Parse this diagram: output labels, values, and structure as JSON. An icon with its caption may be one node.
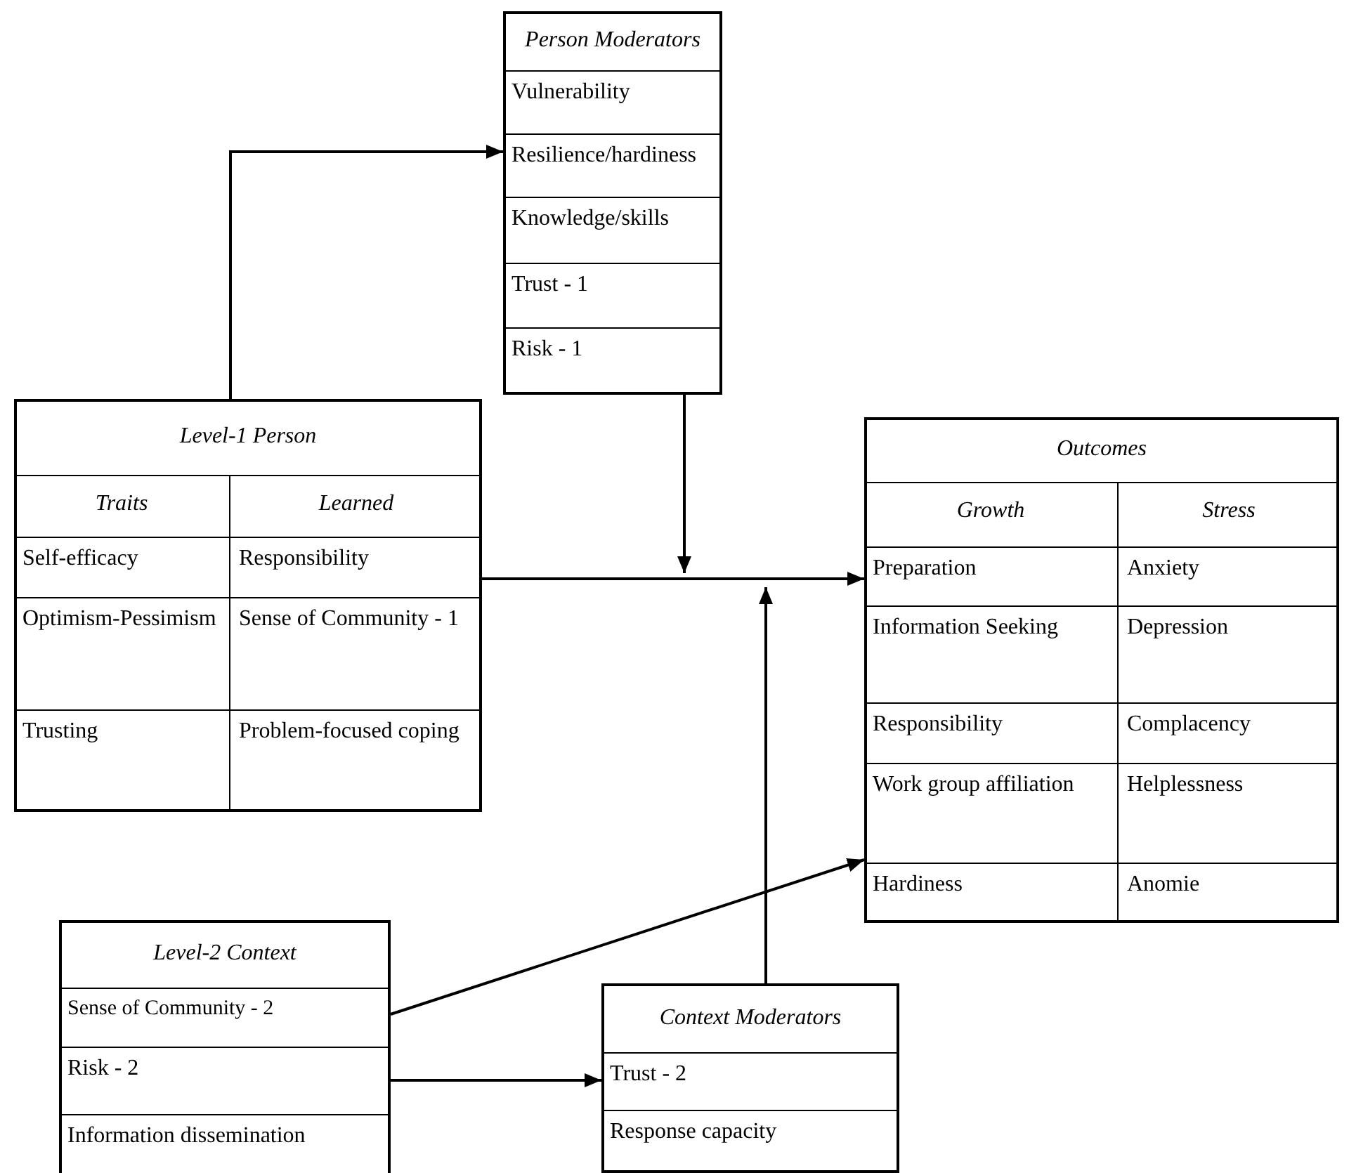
{
  "diagram": {
    "nodes": [
      {
        "text": [
          "Person Moderators"
        ]
      },
      {
        "text": [
          "Vulnerability"
        ],
        "in": 0
      },
      {
        "text": [
          "Resilience/hardiness"
        ],
        "in": 0
      },
      {
        "text": [
          "Knowledge/skills"
        ],
        "in": 0
      },
      {
        "text": [
          "Trust - 1"
        ],
        "in": 0
      },
      {
        "text": [
          "Risk - 1"
        ],
        "in": 0
      },
      {
        "text": [
          "Level-1 Person"
        ]
      },
      {
        "text": [
          "Traits"
        ],
        "in": 6
      },
      {
        "text": [
          "Learned"
        ],
        "in": 6
      },
      {
        "text": [
          "Self-efficacy"
        ],
        "in": 6
      },
      {
        "text": [
          "Responsibility"
        ],
        "in": 6
      },
      {
        "text": [
          "Optimism-Pessimism"
        ],
        "in": 6
      },
      {
        "text": [
          "Sense of Community - 1"
        ],
        "in": 6
      },
      {
        "text": [
          "Trusting"
        ],
        "in": 6
      },
      {
        "text": [
          "Problem-focused coping"
        ],
        "in": 6
      },
      {
        "text": [
          "Outcomes"
        ]
      },
      {
        "text": [
          "Growth"
        ],
        "in": 15
      },
      {
        "text": [
          "Stress"
        ],
        "in": 15
      },
      {
        "text": [
          "Preparation"
        ],
        "in": 15
      },
      {
        "text": [
          "Anxiety"
        ],
        "in": 15
      },
      {
        "text": [
          "Information Seeking"
        ],
        "in": 15
      },
      {
        "text": [
          "Depression"
        ],
        "in": 15
      },
      {
        "text": [
          "Responsibility"
        ],
        "in": 15
      },
      {
        "text": [
          "Complacency"
        ],
        "in": 15
      },
      {
        "text": [
          "Work group affiliation"
        ],
        "in": 15
      },
      {
        "text": [
          "Helplessness"
        ],
        "in": 15
      },
      {
        "text": [
          "Hardiness"
        ],
        "in": 15
      },
      {
        "text": [
          "Anomie"
        ],
        "in": 15
      },
      {
        "text": [
          "Level-2 Context"
        ]
      },
      {
        "text": [
          "Sense of Community - 2"
        ],
        "in": 28
      },
      {
        "text": [
          "Risk - 2"
        ],
        "in": 28
      },
      {
        "text": [
          "Information dissemination"
        ],
        "in": 28
      },
      {
        "text": [
          "Context Moderators"
        ]
      },
      {
        "text": [
          "Trust - 2"
        ],
        "in": 32
      },
      {
        "text": [
          "Response capacity"
        ],
        "in": 32
      }
    ],
    "edges": [
      {
        "from": 6,
        "to": 0,
        "arrow": "to"
      },
      {
        "from": 6,
        "to": 15,
        "arrow": "to"
      },
      {
        "from": 0,
        "to": null,
        "arrow": "to"
      },
      {
        "from": 32,
        "to": null,
        "arrow": "to"
      },
      {
        "from": 28,
        "to": 15,
        "arrow": "to"
      },
      {
        "from": 30,
        "to": 32,
        "arrow": "to"
      }
    ]
  }
}
